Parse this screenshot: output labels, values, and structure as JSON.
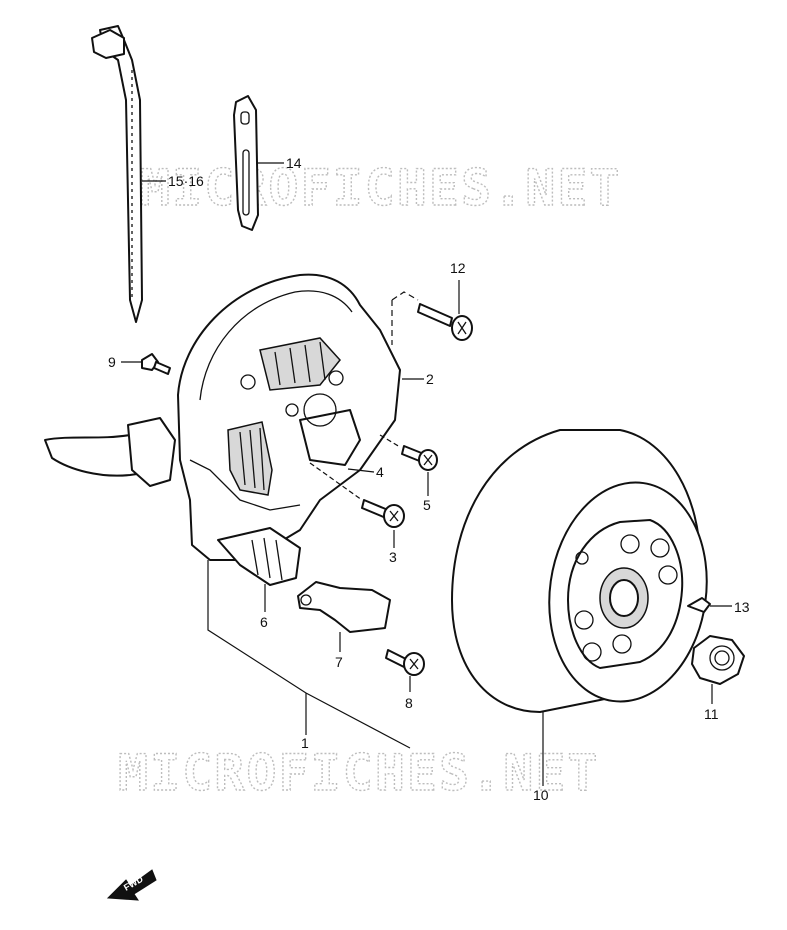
{
  "watermark": {
    "text": "MICROFICHES.NET"
  },
  "direction_marker": {
    "label": "FWD"
  },
  "callouts": {
    "c1": "1",
    "c2": "2",
    "c3": "3",
    "c4": "4",
    "c5": "5",
    "c6": "6",
    "c7": "7",
    "c8": "8",
    "c9": "9",
    "c10": "10",
    "c11": "11",
    "c12": "12",
    "c13": "13",
    "c14": "14",
    "c15_16": "15·16"
  }
}
